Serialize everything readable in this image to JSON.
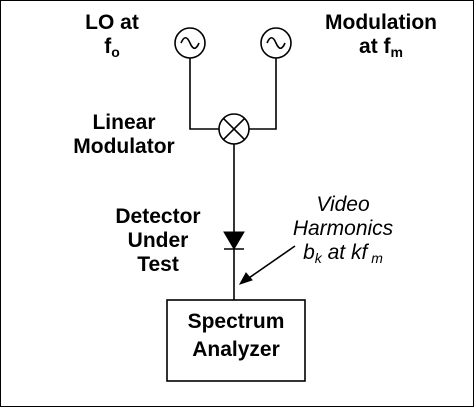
{
  "lo": {
    "line1": "LO at",
    "f": "f",
    "sub": "o"
  },
  "modulation": {
    "line1": "Modulation",
    "at": "at f",
    "sub": "m"
  },
  "modulator": {
    "line1": "Linear",
    "line2": "Modulator"
  },
  "detector": {
    "line1": "Detector",
    "line2": "Under",
    "line3": "Test"
  },
  "video": {
    "line1": "Video",
    "line2": "Harmonics",
    "b": "b",
    "b_sub": "k",
    "at": " at kf",
    "f_sub": " m"
  },
  "analyzer": {
    "line1": "Spectrum",
    "line2": "Analyzer"
  },
  "colors": {
    "stroke": "#000000",
    "background": "#ffffff"
  }
}
